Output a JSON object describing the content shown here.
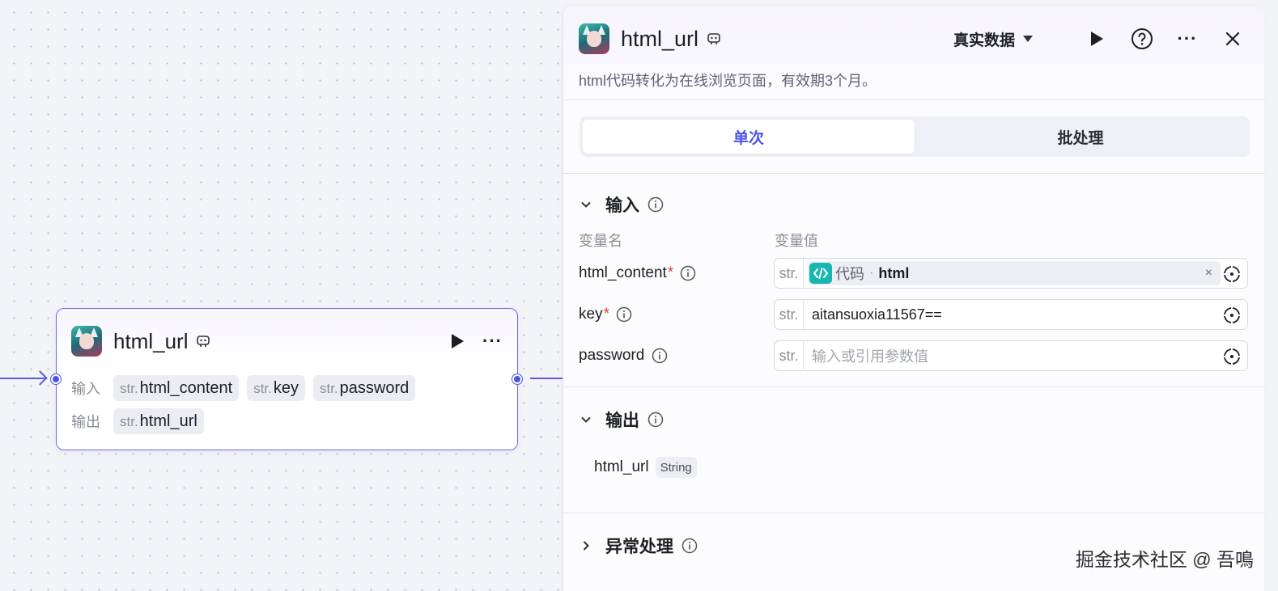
{
  "node": {
    "title": "html_url",
    "input_label": "输入",
    "output_label": "输出",
    "type_prefix": "str.",
    "inputs": [
      "html_content",
      "key",
      "password"
    ],
    "outputs": [
      "html_url"
    ]
  },
  "panel": {
    "title": "html_url",
    "data_mode": "真实数据",
    "description": "html代码转化为在线浏览页面，有效期3个月。",
    "tabs": [
      "单次",
      "批处理"
    ],
    "input_section": "输入",
    "col_name": "变量名",
    "col_value": "变量值",
    "type_prefix": "str.",
    "vars": [
      {
        "name": "html_content",
        "required": "*",
        "ref_source": "代码",
        "ref_sep": "·",
        "ref_field": "html",
        "ref_clear": "×"
      },
      {
        "name": "key",
        "required": "*",
        "value": "aitansuoxia11567=="
      },
      {
        "name": "password",
        "required": "",
        "placeholder": "输入或引用参数值"
      }
    ],
    "output_section": "输出",
    "output_var": "html_url",
    "output_type": "String",
    "error_section": "异常处理"
  },
  "watermark": "掘金技术社区 @ 吾鳴",
  "colors": {
    "accent": "#4d53e8",
    "code_badge": "#17b7b0",
    "required": "#e53e3e"
  },
  "icons": [
    "plugin-icon",
    "play-icon",
    "more-icon",
    "help-icon",
    "close-icon",
    "chevron-down-icon",
    "chevron-right-icon",
    "info-icon",
    "target-icon",
    "code-icon"
  ]
}
